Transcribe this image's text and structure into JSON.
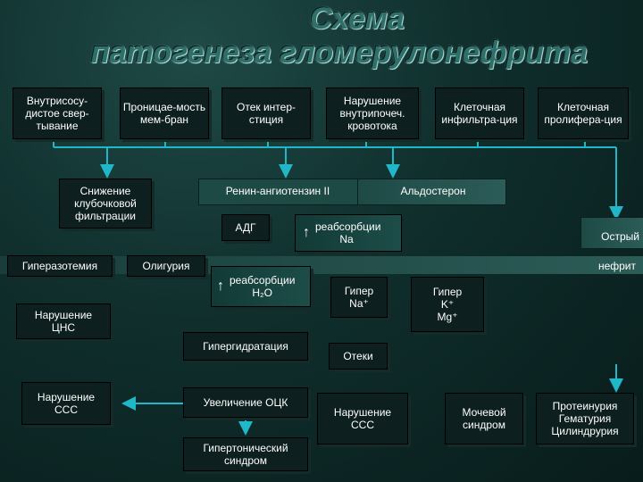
{
  "title": {
    "line1": "Схема",
    "line2": "патогенеза гломерулонефрита"
  },
  "top_row": {
    "b1": "Внутрисосу-дистое свер-тывание",
    "b2": "Проницае-мость мем-бран",
    "b3": "Отек интер-стиция",
    "b4": "Нарушение внутрипочеч. кровотока",
    "b5": "Клеточная инфильтра-ция",
    "b6": "Клеточная пролифера-ция"
  },
  "middle": {
    "filtration": "Снижение клубочковой фильтрации",
    "renin": "Ренин-ангиотензин II",
    "aldosterone": "Альдостерон",
    "adg": "АДГ",
    "reabs_na_arrow": "↑",
    "reabs_na": "реабсорбции Na",
    "acute1": "Острый",
    "acute2": "нефрит",
    "hyperazotemia": "Гиперазотемия",
    "oliguria": "Олигурия",
    "reabs_h2o_arrow": "↑",
    "reabs_h2o": "реабсорбции",
    "h2o": "H₂O",
    "hyper_na": "Гипер Na⁺",
    "hyper_k_mg": "Гипер K⁺ Mg⁺",
    "cns": "Нарушение ЦНС",
    "hyperhydration": "Гипергидратация",
    "edema": "Отеки"
  },
  "bottom": {
    "sss_left": "Нарушение ССС",
    "ocz": "Увеличение ОЦК",
    "sss_mid": "Нарушение ССС",
    "urinary": "Мочевой синдром",
    "proteinuria": "Протеинурия Гематурия Цилиндрурия",
    "hypertension": "Гипертонический синдром"
  }
}
